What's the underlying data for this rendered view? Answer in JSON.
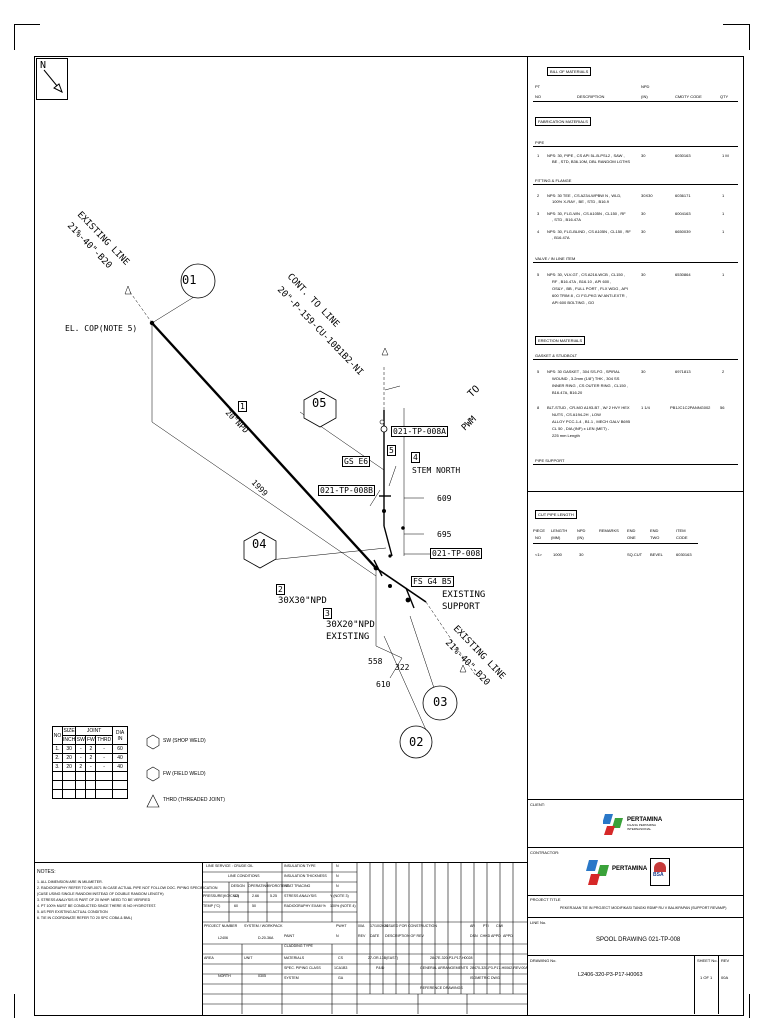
{
  "north": {
    "label": "N"
  },
  "bom": {
    "title": "BILL OF MATERIALS",
    "headers": {
      "pt": "PT",
      "no": "NO",
      "description": "DESCRIPTION",
      "npd": "NPD",
      "npd_unit": "(IN)",
      "cmdty": "CMDTY CODE",
      "qty": "QTY"
    },
    "fabrication_title": "FABRICATION MATERIALS",
    "pipe_title": "PIPE",
    "pipe_items": [
      {
        "pt": "1",
        "desc1": "NPS: 30, PIPE , CS API 5L-B-PSL2 , SAW ,",
        "desc2": "BE , STD, B36.10M, DBL RANDOM LGTHS",
        "desc3": "",
        "desc4": "",
        "npd": "30",
        "code": "6030163",
        "qty": "1 M"
      }
    ],
    "fitting_title": "FITTING & FLANGE",
    "fitting_items": [
      {
        "pt": "2",
        "desc1": "NPS: 30 TEE , CS A234-WPBW N , WLD,",
        "desc2": "100% X-RAY , BE , STD , B16.9",
        "npd": "30X30",
        "code": "6036171",
        "qty": "1"
      },
      {
        "pt": "3",
        "desc1": "NPS: 30, FLG-WN , CS A105N , CL150 , RF",
        "desc2": ", STD , B16.47A",
        "npd": "30",
        "code": "6004163",
        "qty": "1"
      },
      {
        "pt": "4",
        "desc1": "NPS: 30, FLG-BLIND , CS A105N , CL150 , RF",
        "desc2": ", B16.47A",
        "npd": "30",
        "code": "6650039",
        "qty": "1"
      }
    ],
    "valve_title": "VALVE / IN LINE ITEM",
    "valve_items": [
      {
        "pt": "5",
        "desc1": "NPS: 30, VLV-GT , CS A216-WCB , CL150 ,",
        "desc2": "RF , B16.47A , B16.10 , API 600 ,",
        "desc3": "OS&Y , BB , FULL PORT , FLX WDG , API",
        "desc4": "600 TRIM 8 , C/ FG-PKG W/ ANTI-EXTR ,",
        "desc5": "API 600 BOLTING , GO",
        "npd": "30",
        "code": "6530864",
        "qty": "1"
      }
    ],
    "erection_title": "ERECTION MATERIALS",
    "gasket_title": "GASKET & STUDBOLT",
    "gasket_items": [
      {
        "pt": "5",
        "desc1": "NPS: 30 GASKET , 304 SS-FG , SPIRAL",
        "desc2": "WOUND , 3.2mm (1/8\") THK , 304 SS",
        "desc3": "INNER RING , CS OUTER RING , CL150 ,",
        "desc4": "B16.47A, B16.20",
        "npd": "30",
        "code": "6971813",
        "qty": "2"
      },
      {
        "pt": "8",
        "desc1": "BLT-STUD , CR-MO A193-B7 , W/ 2 HVY HEX",
        "desc2": "NUTS , CS A194-2H , LOW",
        "desc3": "ALLOY PCC-1-4 , B1.1 , MECH GALV B695",
        "desc4": "CL 50 , DIA (INF) x LEN (MET) -",
        "desc5": "225 mm Length",
        "npd": "1 1/4",
        "code": "PB1JC1C2PANNG002",
        "qty": "56"
      }
    ],
    "support_title": "PIPE SUPPORT"
  },
  "cut": {
    "title": "CUT PIPE LENGTH",
    "headers": {
      "piece": "PIECE",
      "piece2": "NO",
      "length": "LENGTH",
      "length2": "(MM)",
      "npd": "NPD",
      "npd2": "(IN)",
      "remarks": "REMARKS",
      "end1": "END",
      "end1b": "ONE",
      "end2": "END",
      "end2b": "TWO",
      "item": "ITEM",
      "item2": "CODE"
    },
    "rows": [
      {
        "piece": "<1>",
        "length": "1000",
        "npd": "30",
        "remarks": "",
        "end1": "SQ.CUT",
        "end2": "BEVEL",
        "code": "6030163"
      }
    ]
  },
  "client": {
    "label": "CLIENT:",
    "logo": "PERTAMINA",
    "sub1": "KILANG PERTAMINA",
    "sub2": "INTERNASIONAL"
  },
  "contractor": {
    "label": "CONTRACTOR:",
    "logo": "PERTAMINA",
    "sub": "",
    "badge": "BSA"
  },
  "project": {
    "label": "PROJECT TITLE",
    "title": "PEKERJAAN TIE IN PROJECT MODIFIKASI TANGKI RDMP RU V BALIKPAPAN (SUPPORT REVAMP)"
  },
  "drawing": {
    "line_label": "LINE No.",
    "title": "SPOOL DRAWING 021-TP-008",
    "no_label": "DRAWING No.",
    "number": "L2406-320-P3-P17-H0063",
    "sheet_label": "SHEET No.",
    "sheet": "1 OF 1",
    "rev_label": "REV",
    "rev": "00A"
  },
  "notes": {
    "title": "NOTES:",
    "items": [
      "1. ALL DIMENSION ARE IN MILIMETER.",
      "2. RADIOGRAPHY REFER TO NR-0071 IN CASE ACTUAL PIPE NOT FOLLOW DOC. PIPING SPECIFICATION",
      "   (CASE USING SINGLE RANDOM INSTEAD OF DOUBLE RANDOM LENGTH)",
      "3. STRESS ANALYSIS IS PART OF 20 WHIP. NEED TO BE VERIFIED",
      "4. PT 100% MUST BE CONDUCTED SINCE THERE IS NO HYDROTEST.",
      "5. AS PER EXISTING ACTUAL CONDITION",
      "6. TIE IN COORDINATE REFER TO 20 SPC COBA & BML)"
    ]
  },
  "linespec": {
    "service": "LINE SERVICE : CRUDE OIL",
    "conditions": "LINE CONDITIONS",
    "design": "DESIGN",
    "operating": "OPERATING",
    "hydrotest": "HYDROTEST",
    "pressure": "PRESSURE(KG/CM2)",
    "temp": "TEMP (°C)",
    "p_design": "3.5",
    "p_oper": "2.66",
    "p_hydro": "5.25",
    "t_design": "60",
    "t_oper": "50",
    "insul_type": "INSULATION TYPE",
    "insul_thk": "INSULATION THICKNESS",
    "heat_tracing": "HEAT TRACING",
    "stress": "STRESS ANALYSIS",
    "radiography": "RADIOGRAPHY EXAM %",
    "paint": "PAINT",
    "cladding": "CLADDING TYPE",
    "materials": "MATERIALS",
    "spec": "SPEC. PIPING CLASS",
    "system": "SYSTEM",
    "v_n": "N",
    "v_stress": "Y (NOTE 3)",
    "v_rt": "100% (NOTE 4)",
    "v_pwht": "PWHT",
    "v_mat": "CS",
    "v_spec": "1CA1B3",
    "v_sys": "GA",
    "project_no_label": "PROJECT NUMBER",
    "project_no": "L2406",
    "system_label": "SYSTEM / WORKPACK",
    "system_val": "D-20-36A"
  },
  "revisions": {
    "rev_label": "REV",
    "date_label": "DATE",
    "desc_label": "DESCRIPTION OF REV",
    "dsn": "DSN",
    "chkd": "CHKD",
    "appd": "APPD",
    "appd2": "APPD",
    "row_rev": "00A",
    "row_date": "17/10/2024",
    "row_desc": "ISSUED FOR CONSTRUCTION",
    "row_dsn": "AR",
    "row_chk": "PTI",
    "row_app": "CIW"
  },
  "area": {
    "area_label": "AREA",
    "area": "NORTH",
    "unit_label": "UNIT",
    "unit": "0305",
    "coord": "27-OR-13B(EAST)",
    "pid_label": "P&ID",
    "pid": "2847E-320-P3-P17-H0028",
    "ga": "GENERAL ARRANGEMENTS",
    "ga_no": "28470-320-P3-P17-H0062-REV.00A",
    "iso": "ISOMETRIC DWG",
    "ref": "REFERENCE DRAWINGS"
  },
  "joint_table": {
    "headers": {
      "no": "NO",
      "size": "SIZE",
      "inch": "INCH",
      "joint": "JOINT",
      "sw": "SW",
      "fw": "FW",
      "thrd": "THRD",
      "dia": "DIA IN"
    },
    "rows": [
      {
        "no": "1.",
        "size": "30",
        "sw": "-",
        "fw": "2",
        "thrd": "-",
        "dia": "60"
      },
      {
        "no": "2.",
        "size": "20",
        "sw": "-",
        "fw": "2",
        "thrd": "-",
        "dia": "40"
      },
      {
        "no": "3.",
        "size": "20",
        "sw": "2",
        "fw": "-",
        "thrd": "-",
        "dia": "40"
      }
    ]
  },
  "legend": {
    "sw": "SW (SHOP WELD)",
    "fw": "FW (FIELD WELD)",
    "thrd": "THRD (THREADED JOINT)"
  },
  "iso": {
    "existing_top": "EXISTING LINE",
    "existing_top2": "21%-40\"-B20",
    "el_cop": "EL. COP(NOTE 5)",
    "cont_line": "CONT. TO LINE",
    "cont_line2": "20\"-P-159-CU-10B1B2-NI",
    "pipe_20": "20\"NPD",
    "dim_1999": "1999",
    "num_01": "01",
    "num_05": "05",
    "num_04": "04",
    "num_03": "03",
    "num_02": "02",
    "tag_1": "1",
    "tag_2": "2",
    "tag_3": "3",
    "tag_4": "4",
    "tag_5": "5",
    "spool_a": "021-TP-008A",
    "spool_b": "021-TP-008B",
    "spool_c": "021-TP-008",
    "gs_e6": "GS E6",
    "fs_g4": "FS G4 B5",
    "stem_north": "STEM NORTH",
    "to_pwm": "TO",
    "to_pwm2": "PWM",
    "dim_609": "609",
    "dim_695": "695",
    "tee": "30X30\"NPD",
    "existing_mid": "30X20\"NPD",
    "existing_mid2": "EXISTING",
    "existing_sup": "EXISTING",
    "existing_sup2": "SUPPORT",
    "existing_bot": "EXISTING LINE",
    "existing_bot2": "21%-40\"-B20",
    "dim_558": "558",
    "dim_322": "322",
    "dim_610": "610"
  }
}
